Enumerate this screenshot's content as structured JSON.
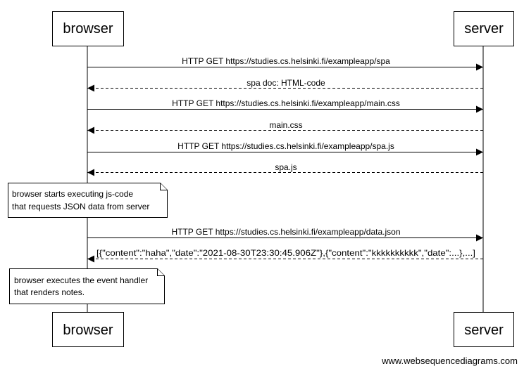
{
  "participants": {
    "browser": "browser",
    "server": "server"
  },
  "messages": [
    {
      "label": "HTTP GET https://studies.cs.helsinki.fi/exampleapp/spa",
      "from": "browser",
      "to": "server",
      "style": "solid"
    },
    {
      "label": "spa doc: HTML-code",
      "from": "server",
      "to": "browser",
      "style": "dashed"
    },
    {
      "label": "HTTP GET https://studies.cs.helsinki.fi/exampleapp/main.css",
      "from": "browser",
      "to": "server",
      "style": "solid"
    },
    {
      "label": "main.css",
      "from": "server",
      "to": "browser",
      "style": "dashed"
    },
    {
      "label": "HTTP GET https://studies.cs.helsinki.fi/exampleapp/spa.js",
      "from": "browser",
      "to": "server",
      "style": "solid"
    },
    {
      "label": "spa.js",
      "from": "server",
      "to": "browser",
      "style": "dashed"
    },
    {
      "label": "HTTP GET https://studies.cs.helsinki.fi/exampleapp/data.json",
      "from": "browser",
      "to": "server",
      "style": "solid"
    },
    {
      "label": "[{\"content\":\"haha\",\"date\":\"2021-08-30T23:30:45.906Z\"},{\"content\":\"kkkkkkkkkk\",\"date\":...},...]",
      "from": "server",
      "to": "browser",
      "style": "dashed"
    }
  ],
  "notes": [
    {
      "line1": "browser starts executing js-code",
      "line2": "that requests JSON data from server"
    },
    {
      "line1": "browser executes the event handler",
      "line2": "that renders notes."
    }
  ],
  "watermark": "www.websequencediagrams.com"
}
